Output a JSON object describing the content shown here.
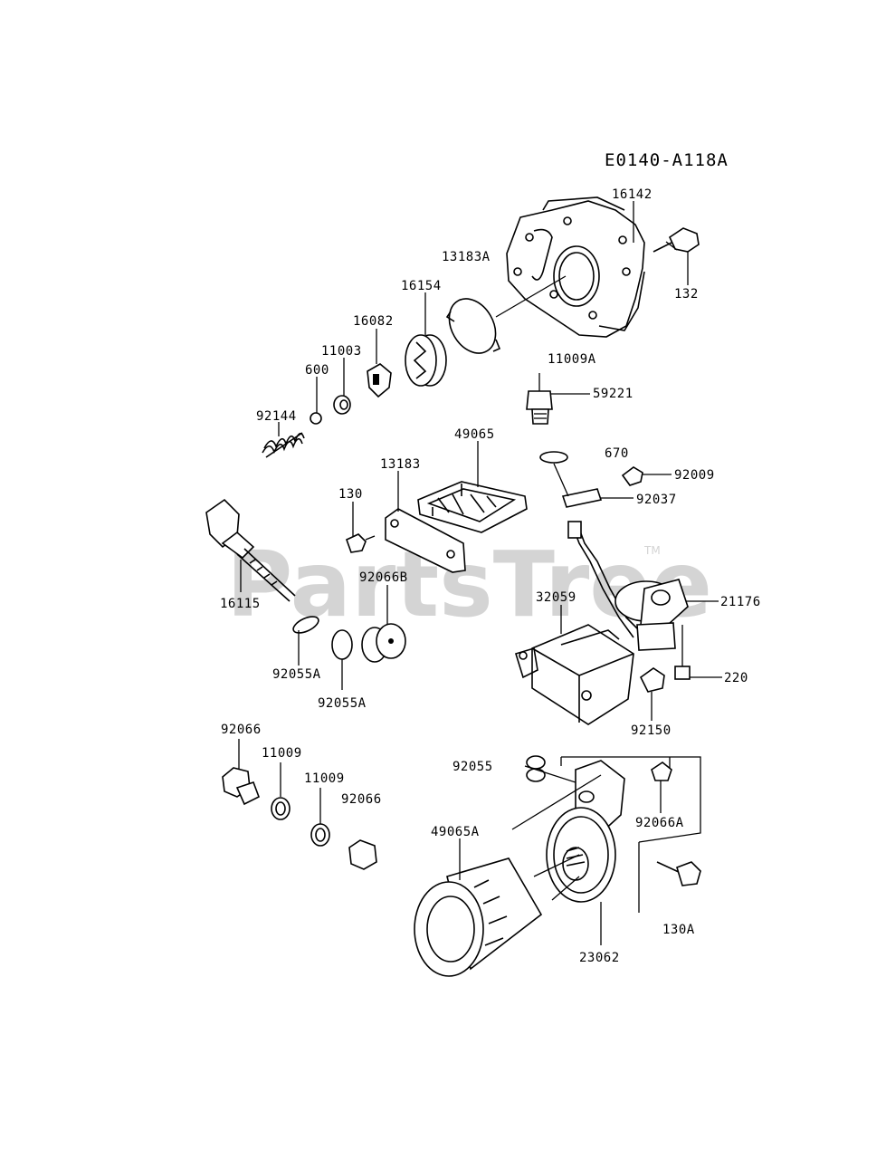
{
  "diagram_code": "E0140-A118A",
  "watermark": {
    "text": "PartsTree",
    "tm": "TM"
  },
  "labels": {
    "p16142": "16142",
    "p13183A": "13183A",
    "p132": "132",
    "p16154": "16154",
    "p16082": "16082",
    "p11003": "11003",
    "p600": "600",
    "p92144": "92144",
    "p11009A": "11009A",
    "p59221": "59221",
    "p670": "670",
    "p92009": "92009",
    "p92037": "92037",
    "p49065": "49065",
    "p13183": "13183",
    "p130": "130",
    "p16115": "16115",
    "p92066B": "92066B",
    "p32059": "32059",
    "p21176": "21176",
    "p220": "220",
    "p92150": "92150",
    "p92055A_1": "92055A",
    "p92055A_2": "92055A",
    "p92066_1": "92066",
    "p11009_1": "11009",
    "p11009_2": "11009",
    "p92066_2": "92066",
    "p92055": "92055",
    "p49065A": "49065A",
    "p92066A": "92066A",
    "p130A": "130A",
    "p23062": "23062"
  }
}
